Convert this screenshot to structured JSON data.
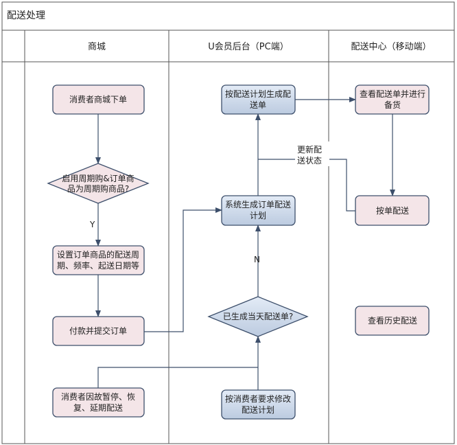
{
  "title": "配送处理",
  "lanes": [
    "商城",
    "U会员后台（PC端）",
    "配送中心（移动端）"
  ],
  "nodes": {
    "order": [
      "消费者商城下单"
    ],
    "decision_cycle": [
      "启用周期购&订单商",
      "品为周期购商品?"
    ],
    "set_cycle": [
      "设置订单商品的配送周",
      "期、频率、起送日期等"
    ],
    "pay": [
      "付款并提交订单"
    ],
    "pause": [
      "消费者因故暂停、恢",
      "复、延期配送"
    ],
    "gen_by_plan": [
      "按配送计划生成配",
      "送单"
    ],
    "gen_plan": [
      "系统生成订单配送",
      "计划"
    ],
    "decision_today": [
      "已生成当天配送单?"
    ],
    "modify_plan": [
      "按消费者要求修改",
      "配送计划"
    ],
    "view_prepare": [
      "查看配送单并进行",
      "备货"
    ],
    "deliver": [
      "按单配送"
    ],
    "history": [
      "查看历史配送"
    ]
  },
  "edge_labels": {
    "yes": "Y",
    "no": "N",
    "update_status": [
      "更新配",
      "送状态"
    ]
  }
}
